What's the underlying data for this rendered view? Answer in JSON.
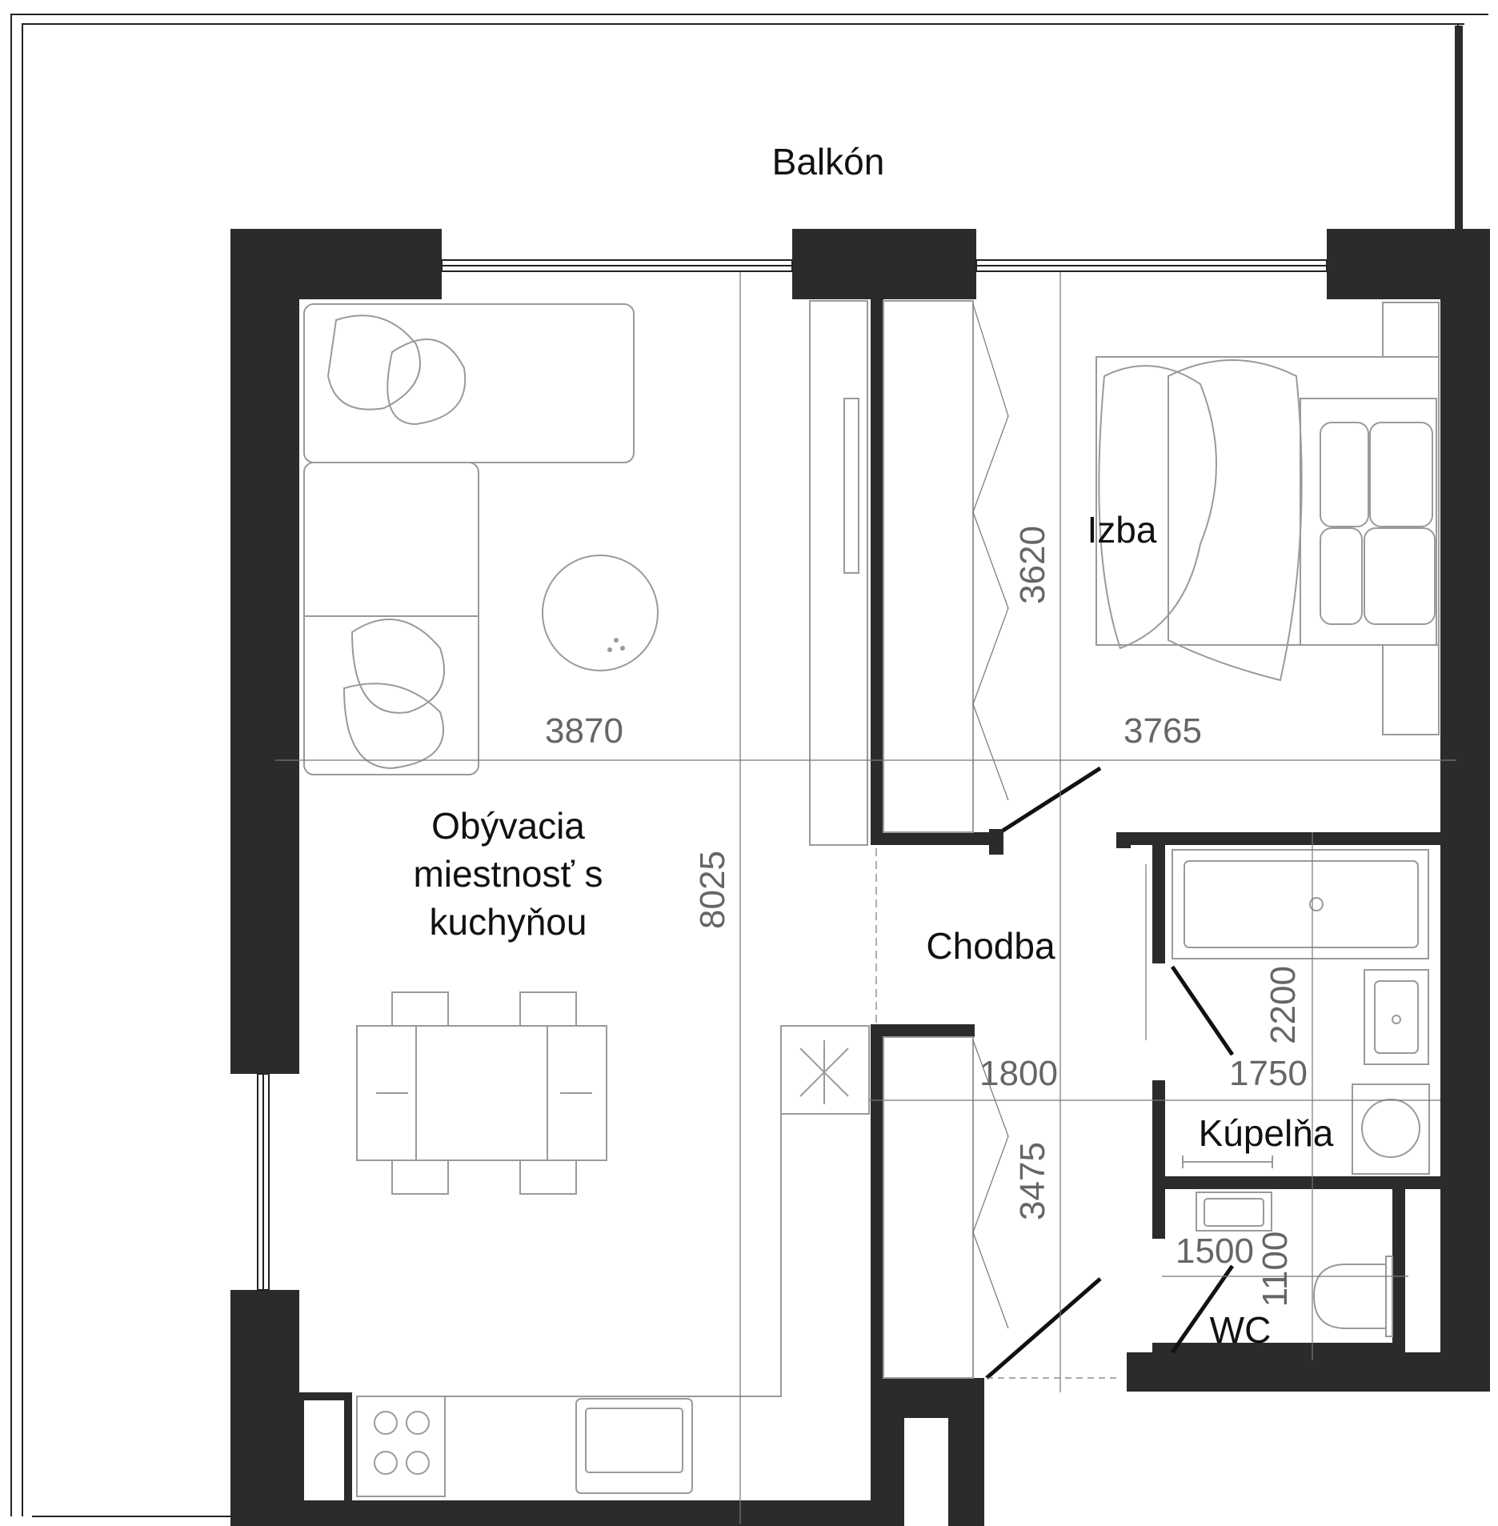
{
  "rooms": {
    "balcony": "Balkón",
    "bedroom": "Izba",
    "living_line1": "Obývacia",
    "living_line2": "miestnosť s",
    "living_line3": "kuchyňou",
    "hallway": "Chodba",
    "bathroom": "Kúpelňa",
    "wc": "WC"
  },
  "dimensions": {
    "living_width": "3870",
    "bedroom_width": "3765",
    "bedroom_depth": "3620",
    "living_depth": "8025",
    "bath_height": "2200",
    "bath_width": "1750",
    "hall_width": "1800",
    "hall_length": "3475",
    "wc_width": "1500",
    "wc_height": "1100"
  }
}
